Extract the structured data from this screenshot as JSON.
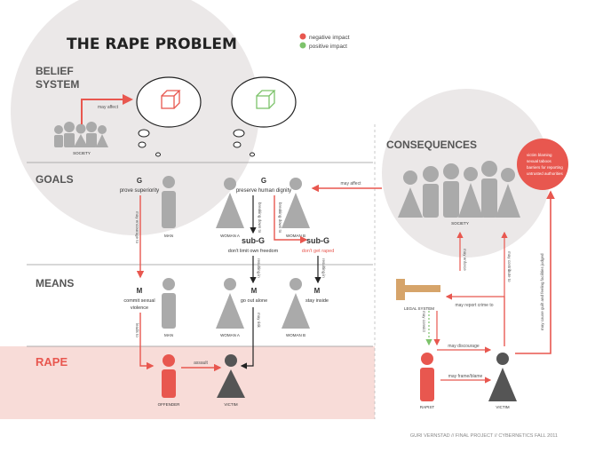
{
  "title": "THE RAPE PROBLEM",
  "legend": [
    {
      "label": "negative impact",
      "color": "#e8574f"
    },
    {
      "label": "positive impact",
      "color": "#7dc36b"
    }
  ],
  "sections": {
    "belief_line1": "BELIEF",
    "belief_line2": "SYSTEM",
    "goals": "GOALS",
    "means": "MEANS",
    "rape": "RAPE",
    "consequences": "CONSEQUENCES"
  },
  "labels": {
    "society": "SOCIETY",
    "may_affect_top": "may affect",
    "g": "G",
    "prove_superiority": "prove superiority",
    "preserve_dignity": "preserve human dignity",
    "man": "MAN",
    "woman_a": "WOMAN A",
    "woman_b": "WOMAN B",
    "breaking_down_a": "breaking down to",
    "breaking_down_b": "breaking down to",
    "sub_g": "sub-G",
    "dont_limit": "don't limit own freedom",
    "dont_get_raped": "don't get raped",
    "may_encourage": "may encourage to",
    "resulting_in": "resulting in",
    "resulting_in_b": "resulting in",
    "m": "M",
    "commit_line1": "commit sexual",
    "commit_line2": "violence",
    "go_out_alone": "go out alone",
    "stay_inside": "stay inside",
    "leads_to": "leads to",
    "may_risk": "may risk",
    "assault": "assault",
    "offender": "OFFENDER",
    "victim": "VICTIM",
    "may_affect_society": "may affect",
    "legal_system": "LEGAL SYSTEM",
    "may_enforce": "may enforce",
    "may_report": "may report crime to",
    "may_convict": "may convict",
    "may_contribute": "may contribute to",
    "may_discourage": "may discourage",
    "may_frame": "may frame/blame",
    "rapist": "RAPIST",
    "victim2": "VICTIM",
    "side_arrow_label": "may cause guilt and feeling facilities judged",
    "bubble_items": [
      "victim blaming",
      "sexual taboos",
      "barriers for reporting",
      "untrusted authorities"
    ],
    "footer": "GURI VERNSTAD // FINAL PROJECT // CYBERNETICS FALL 2011"
  }
}
